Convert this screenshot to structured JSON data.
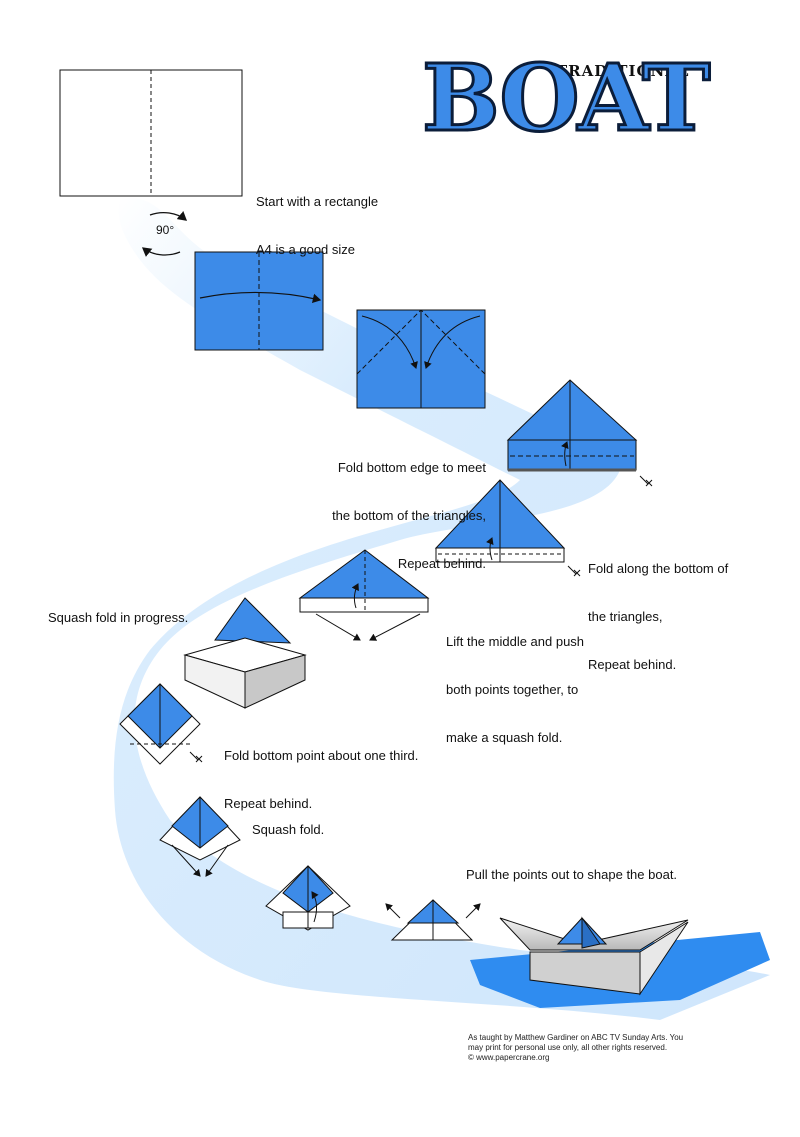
{
  "title": {
    "small": "TRADITIONAL",
    "big": "BOAT"
  },
  "rotate_label": "90°",
  "steps": {
    "start": [
      "Start with a rectangle",
      "A4 is a good size"
    ],
    "fold_bottom": [
      "Fold bottom edge to meet",
      "the bottom of the triangles,",
      "Repeat behind."
    ],
    "fold_along": [
      "Fold along the bottom of",
      "the triangles,",
      "Repeat behind."
    ],
    "lift_middle": [
      "Lift the middle and push",
      "both points together, to",
      "make a squash fold."
    ],
    "squash_progress": [
      "Squash fold in progress."
    ],
    "fold_point": [
      "Fold bottom point about one third.",
      "Repeat behind."
    ],
    "squash": [
      "Squash fold."
    ],
    "pull": [
      "Pull the points out to shape the boat."
    ]
  },
  "credits": [
    "As taught by Matthew Gardiner on ABC TV Sunday Arts. You",
    "may print for personal use only,  all other rights reserved.",
    "© www.papercrane.org"
  ],
  "colors": {
    "paper_blue": "#3d8be8",
    "river": "#d8ebfc",
    "outline": "#111111"
  }
}
